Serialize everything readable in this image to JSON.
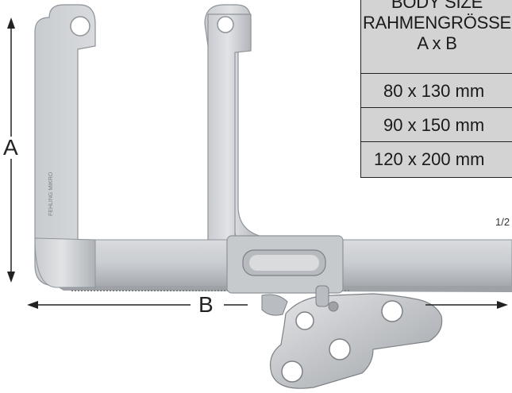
{
  "dimensions": {
    "a_label": "A",
    "b_label": "B"
  },
  "size_table": {
    "header_line1": "BODY SIZE",
    "header_line2": "RAHMENGRÖSSE",
    "header_line3": "A x B",
    "rows": [
      "80 x 130 mm",
      "90 x 150 mm",
      "120 x 200 mm"
    ]
  },
  "fraction_mark": "1/2",
  "colors": {
    "steel_light": "#d4d7da",
    "steel_mid": "#b9bdc2",
    "steel_dark": "#8f9499",
    "table_fill": "#d3d3d3",
    "line": "#222222"
  }
}
